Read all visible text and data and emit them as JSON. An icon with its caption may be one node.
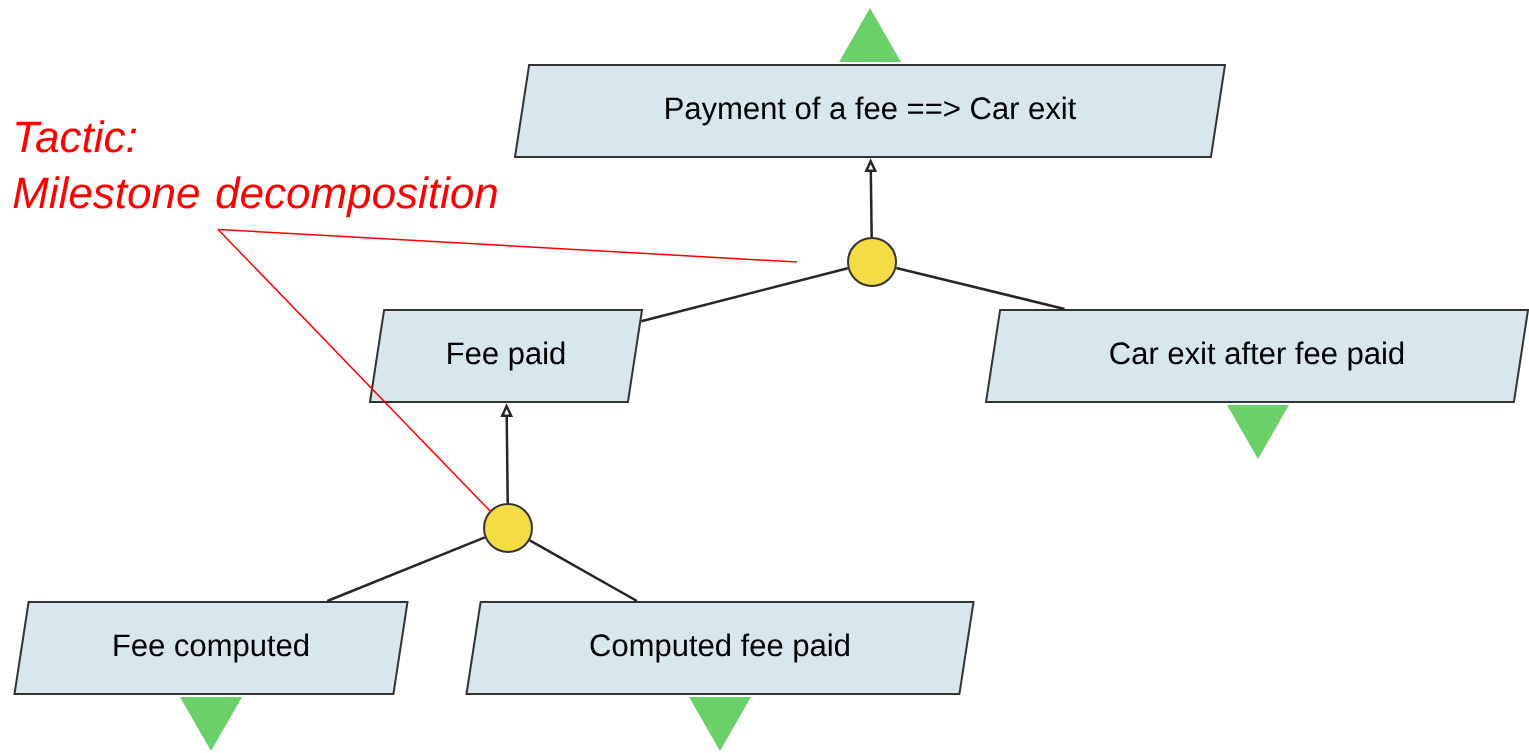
{
  "diagram": {
    "nodes": [
      {
        "text": [
          "Payment of a fee ==> Car exit"
        ]
      },
      {
        "text": [],
        "shape": "circle"
      },
      {
        "text": [
          "Fee paid"
        ]
      },
      {
        "text": [
          "Car exit after fee paid"
        ]
      },
      {
        "text": [],
        "shape": "circle"
      },
      {
        "text": [
          "Fee computed"
        ]
      },
      {
        "text": [
          "Computed fee paid"
        ]
      },
      {
        "text": [
          "Tactic:",
          "Milestone decomposition"
        ]
      }
    ],
    "edges": [
      {
        "from": 1,
        "to": 0,
        "arrow": "to"
      },
      {
        "from": 2,
        "to": 1,
        "arrow": "none"
      },
      {
        "from": 3,
        "to": 1,
        "arrow": "none"
      },
      {
        "from": 4,
        "to": 2,
        "arrow": "to"
      },
      {
        "from": 5,
        "to": 4,
        "arrow": "none"
      },
      {
        "from": 6,
        "to": 4,
        "arrow": "none"
      },
      {
        "from": 7,
        "to": 1,
        "arrow": "none",
        "color": "#ff0000"
      },
      {
        "from": 7,
        "to": 4,
        "arrow": "none",
        "color": "#ff0000"
      }
    ]
  }
}
